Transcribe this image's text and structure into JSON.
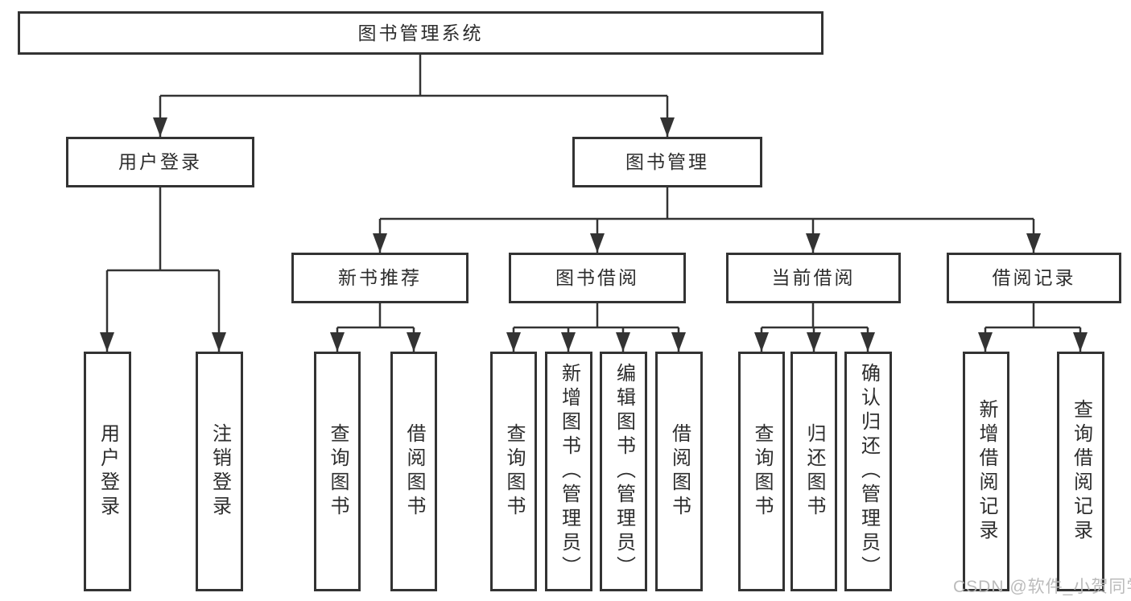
{
  "diagram": {
    "type": "tree-diagram",
    "watermark": "CSDN @软件_小贺同学",
    "colors": {
      "line": "#333333",
      "border": "#333333",
      "text": "#2d2d2d",
      "box_background": "#ffffff",
      "watermark": "#b7b7b7"
    },
    "root": {
      "label": "图书管理系统"
    },
    "branches": [
      {
        "label": "用户登录",
        "children": [
          {
            "label": "用户登录"
          },
          {
            "label": "注销登录"
          }
        ]
      },
      {
        "label": "图书管理",
        "children": [
          {
            "label": "新书推荐",
            "children": [
              {
                "label": "查询图书"
              },
              {
                "label": "借阅图书"
              }
            ]
          },
          {
            "label": "图书借阅",
            "children": [
              {
                "label": "查询图书"
              },
              {
                "label": "新增图书（管理员）"
              },
              {
                "label": "编辑图书（管理员）"
              },
              {
                "label": "借阅图书"
              }
            ]
          },
          {
            "label": "当前借阅",
            "children": [
              {
                "label": "查询图书"
              },
              {
                "label": "归还图书"
              },
              {
                "label": "确认归还（管理员）"
              }
            ]
          },
          {
            "label": "借阅记录",
            "children": [
              {
                "label": "新增借阅记录"
              },
              {
                "label": "查询借阅记录"
              }
            ]
          }
        ]
      }
    ]
  }
}
